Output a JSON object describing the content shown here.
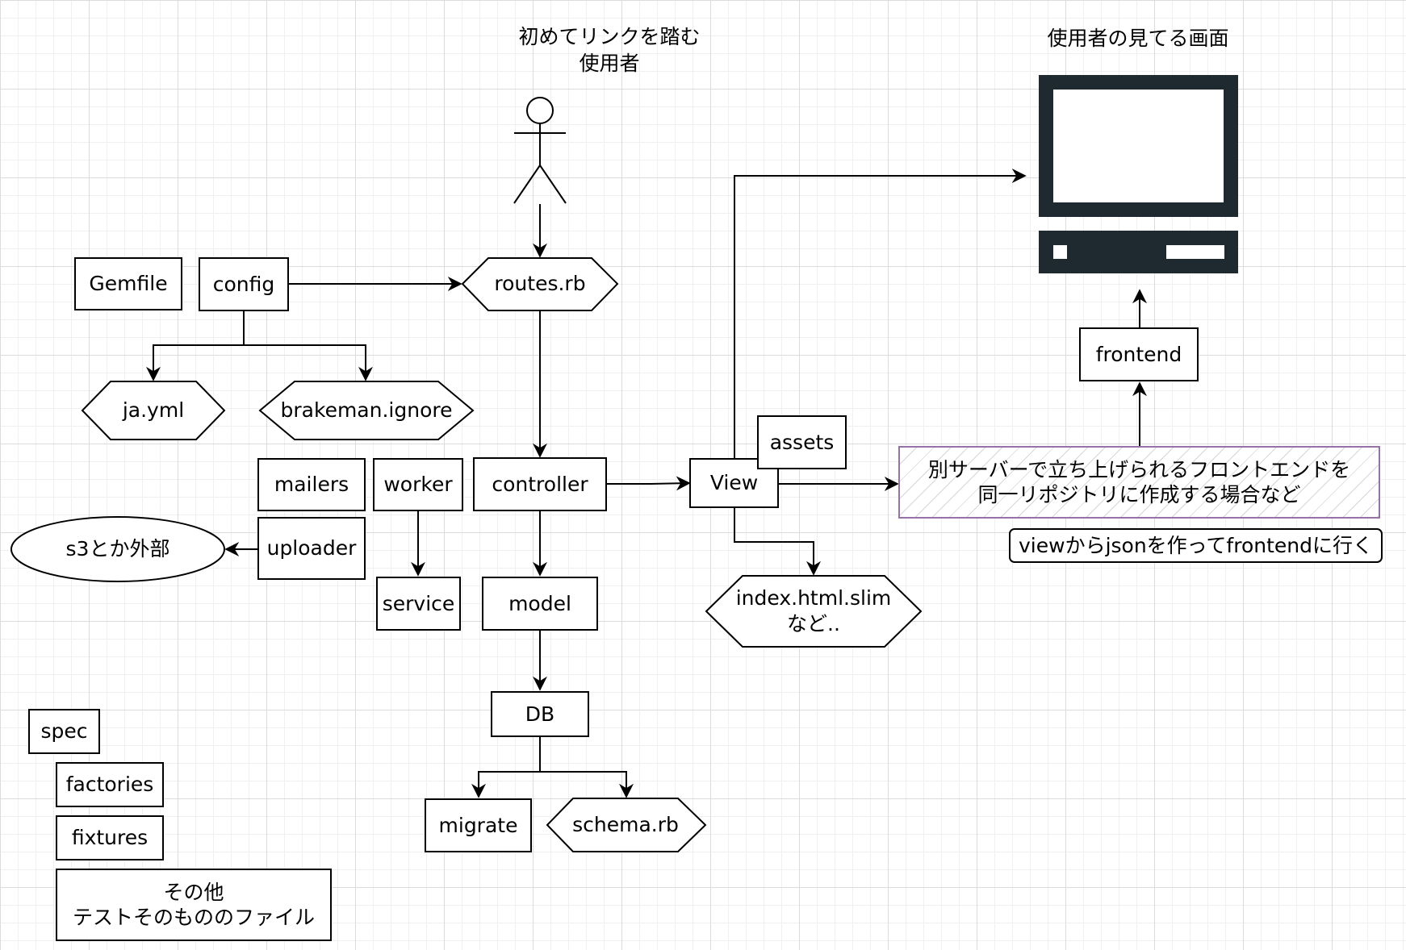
{
  "diagram": {
    "titles": {
      "user_label": "初めてリンクを踏む\n使用者",
      "screen_label": "使用者の見てる画面"
    },
    "nodes": {
      "gemfile": "Gemfile",
      "config": "config",
      "routes": "routes.rb",
      "ja_yml": "ja.yml",
      "brakeman": "brakeman.ignore",
      "mailers": "mailers",
      "worker": "worker",
      "controller": "controller",
      "view": "View",
      "assets": "assets",
      "uploader": "uploader",
      "s3": "s3とか外部",
      "service": "service",
      "model": "model",
      "index_html": "index.html.slim\nなど..",
      "db": "DB",
      "migrate": "migrate",
      "schema": "schema.rb",
      "spec": "spec",
      "factories": "factories",
      "fixtures": "fixtures",
      "other_test": "その他\nテストそのもののファイル",
      "frontend": "frontend",
      "separate_server": "別サーバーで立ち上げられるフロントエンドを\n同一リポジトリに作成する場合など",
      "note": "viewからjsonを作ってfrontendに行く"
    },
    "icons": [
      "actor-icon",
      "desktop-monitor-icon"
    ]
  }
}
